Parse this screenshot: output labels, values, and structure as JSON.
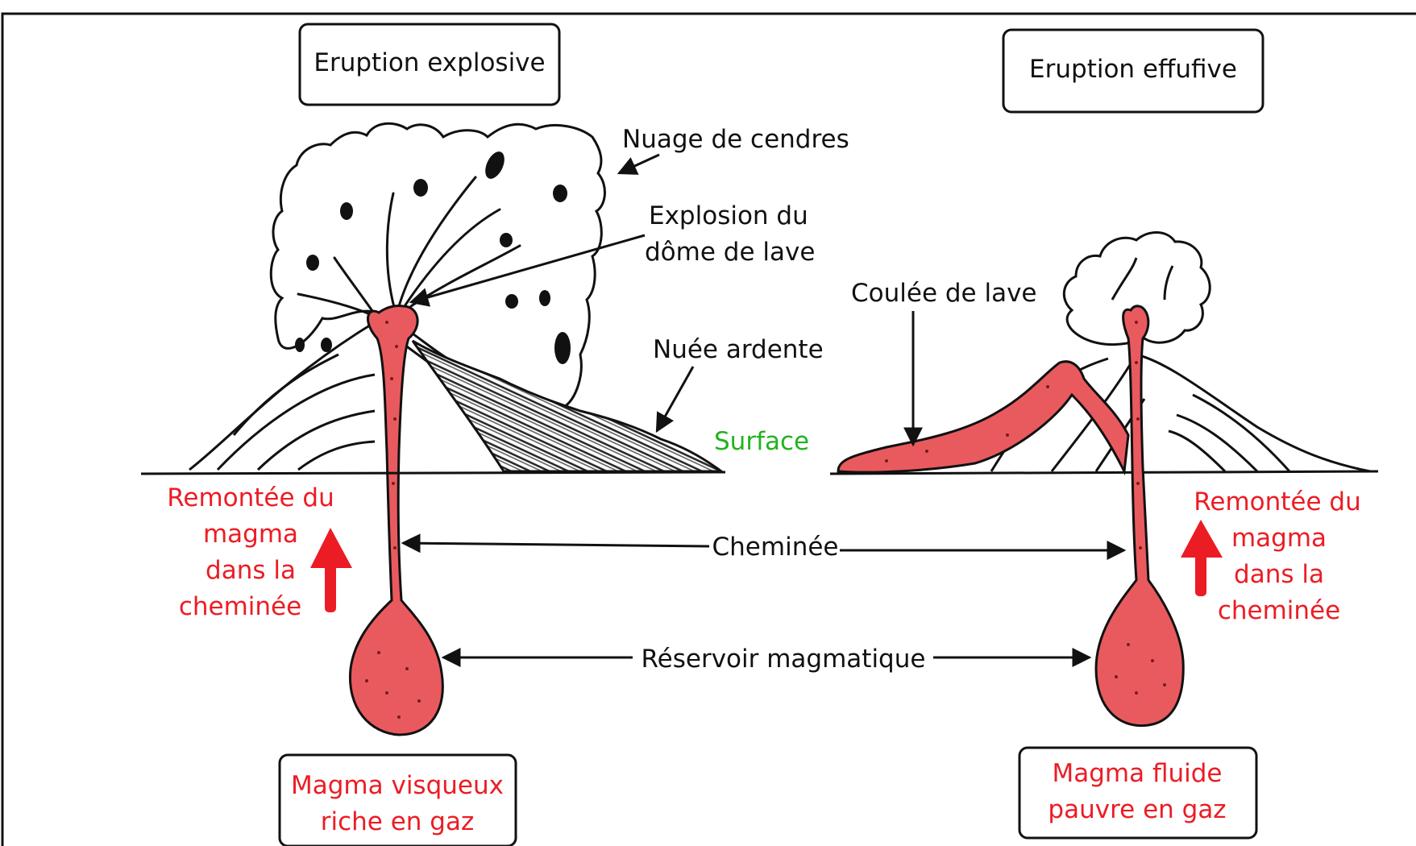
{
  "titles": {
    "explosive": "Eruption explosive",
    "effusive": "Eruption effufive"
  },
  "labels": {
    "ash_cloud": "Nuage de cendres",
    "dome_explosion_line1": "Explosion du",
    "dome_explosion_line2": "dôme de lave",
    "pyroclastic_flow": "Nuée ardente",
    "surface": "Surface",
    "lava_flow": "Coulée de lave",
    "chimney": "Cheminée",
    "magma_chamber": "Réservoir magmatique"
  },
  "magma_rise_left": [
    "Remontée du",
    "magma",
    "dans la",
    "cheminée"
  ],
  "magma_rise_right": [
    "Remontée du",
    "magma",
    "dans la",
    "cheminée"
  ],
  "magma_left": [
    "Magma visqueux",
    "riche en gaz"
  ],
  "magma_right": [
    "Magma fluide",
    "pauvre en gaz"
  ],
  "colors": {
    "magma": "#e95a5f",
    "magma_dark": "#d62e33",
    "label_red": "#ec1c24",
    "surface_green": "#22b31f",
    "ink": "#111111"
  }
}
